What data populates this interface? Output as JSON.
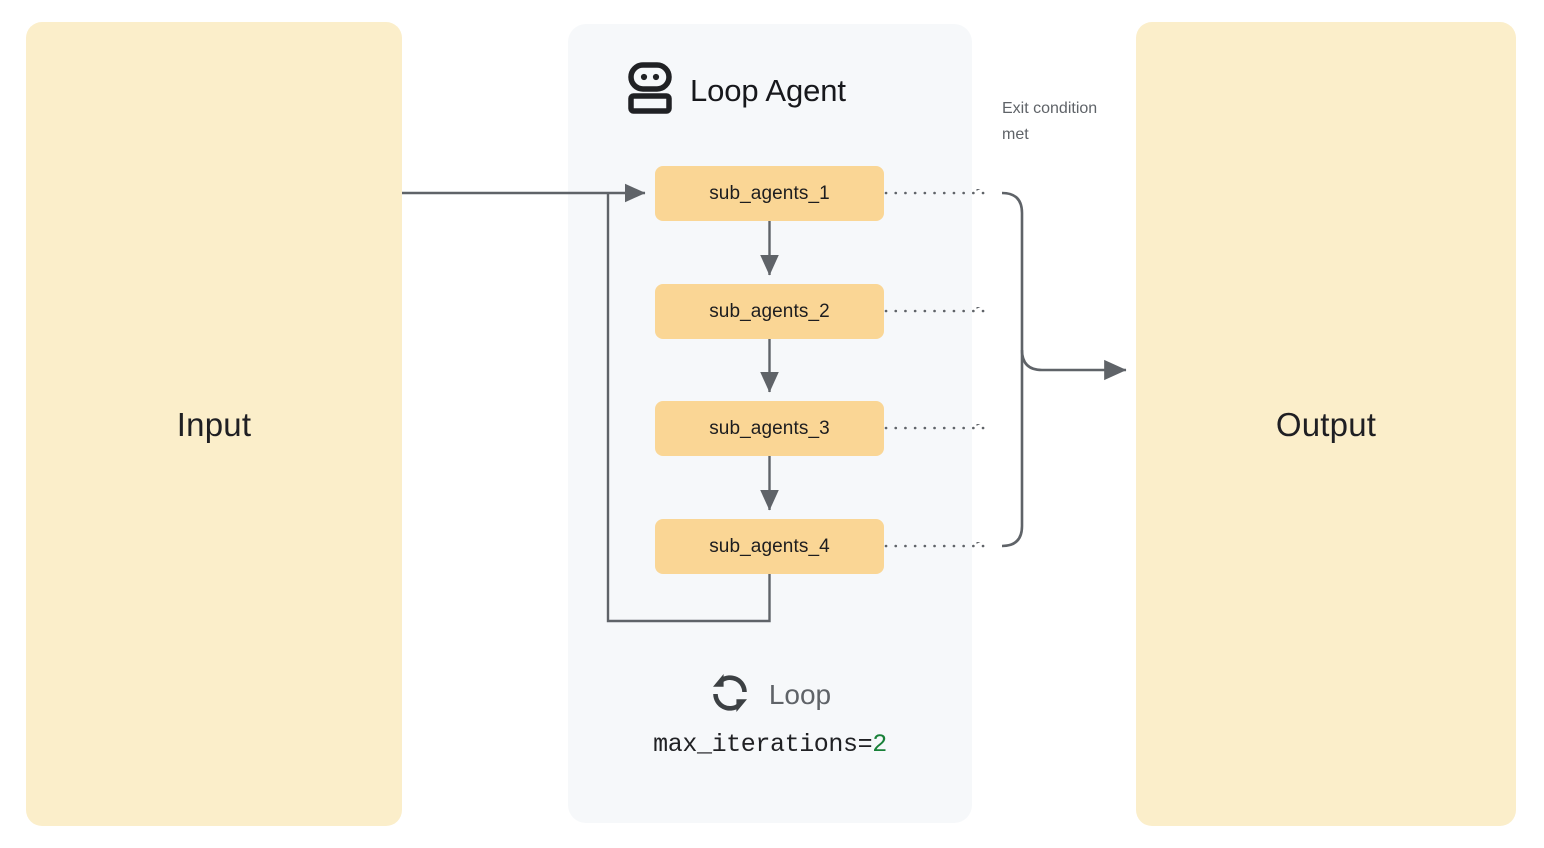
{
  "diagram": {
    "title": "Loop Agent",
    "input_panel": {
      "label": "Input"
    },
    "output_panel": {
      "label": "Output"
    },
    "loop_agent": {
      "title": "Loop Agent",
      "icon": "robot-icon",
      "sub_agents": [
        {
          "label": "sub_agents_1"
        },
        {
          "label": "sub_agents_2"
        },
        {
          "label": "sub_agents_3"
        },
        {
          "label": "sub_agents_4"
        }
      ],
      "footer": {
        "icon": "loop-refresh-icon",
        "loop_label": "Loop",
        "max_iterations_key": "max_iterations=",
        "max_iterations_value": "2"
      }
    },
    "annotations": {
      "exit_condition": "Exit condition met"
    },
    "colors": {
      "panel_yellow": "#fbeeca",
      "agent_box_yellow": "#fad695",
      "loop_panel_gray": "#f6f8fa",
      "connector_gray": "#5f6368",
      "text_dark": "#1f1f23",
      "text_muted": "#5f6368",
      "value_green": "#188038"
    }
  }
}
